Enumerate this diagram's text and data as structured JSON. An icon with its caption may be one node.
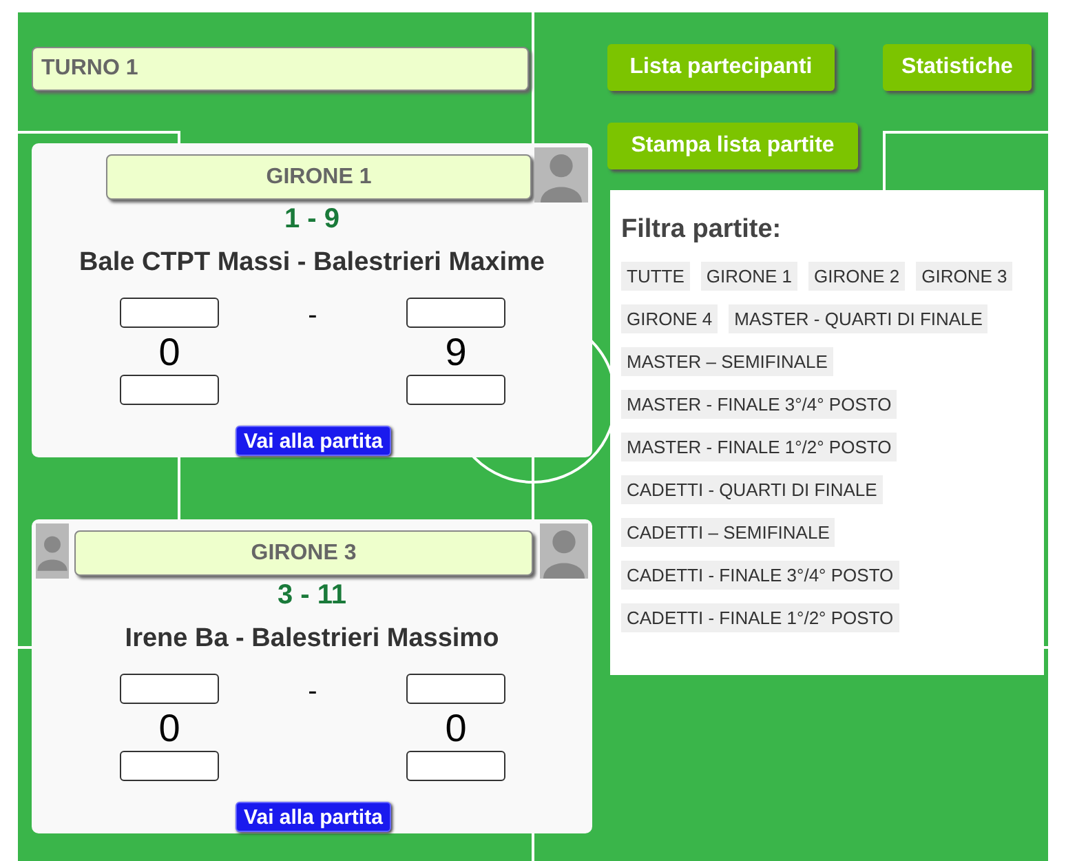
{
  "diagram": {
    "nodes": [
      {
        "text": [
          "TURNO 1"
        ]
      },
      {
        "text": [
          "Lista partecipanti"
        ]
      },
      {
        "text": [
          "Statistiche"
        ]
      },
      {
        "text": [
          "Stampa lista partite"
        ]
      },
      {
        "text": [
          "1 - 9",
          "Bale CTPT Massi - Balestrieri Maxime",
          "-",
          "0",
          "9",
          "Vai alla partita"
        ]
      },
      {
        "text": [
          "GIRONE 1"
        ],
        "in": 4
      },
      {
        "text": [],
        "shape": "person",
        "in": 4
      },
      {
        "text": [],
        "shape": "box",
        "in": 4
      },
      {
        "text": [],
        "shape": "box",
        "in": 4
      },
      {
        "text": [],
        "shape": "box",
        "in": 4
      },
      {
        "text": [],
        "shape": "box",
        "in": 4
      },
      {
        "text": [
          "3 - 11",
          "Irene Ba - Balestrieri Massimo",
          "-",
          "0",
          "0",
          "Vai alla partita"
        ]
      },
      {
        "text": [
          "GIRONE 3"
        ],
        "in": 11
      },
      {
        "text": [],
        "shape": "person",
        "in": 11
      },
      {
        "text": [],
        "shape": "person",
        "in": 11
      },
      {
        "text": [],
        "shape": "box",
        "in": 11
      },
      {
        "text": [],
        "shape": "box",
        "in": 11
      },
      {
        "text": [],
        "shape": "box",
        "in": 11
      },
      {
        "text": [],
        "shape": "box",
        "in": 11
      },
      {
        "text": [
          "Filtra partite:"
        ]
      },
      {
        "text": [
          "TUTTE"
        ],
        "in": 19
      },
      {
        "text": [
          "GIRONE 1"
        ],
        "in": 19
      },
      {
        "text": [
          "GIRONE 2"
        ],
        "in": 19
      },
      {
        "text": [
          "GIRONE 3"
        ],
        "in": 19
      },
      {
        "text": [
          "GIRONE 4"
        ],
        "in": 19
      },
      {
        "text": [
          "MASTER - QUARTI DI FINALE"
        ],
        "in": 19
      },
      {
        "text": [
          "MASTER – SEMIFINALE"
        ],
        "in": 19
      },
      {
        "text": [
          "MASTER - FINALE 3°/4° POSTO"
        ],
        "in": 19
      },
      {
        "text": [
          "MASTER - FINALE 1°/2° POSTO"
        ],
        "in": 19
      },
      {
        "text": [
          "CADETTI - QUARTI DI FINALE"
        ],
        "in": 19
      },
      {
        "text": [
          "CADETTI – SEMIFINALE"
        ],
        "in": 19
      },
      {
        "text": [
          "CADETTI - FINALE 3°/4° POSTO"
        ],
        "in": 19
      },
      {
        "text": [
          "CADETTI - FINALE 1°/2° POSTO"
        ],
        "in": 19
      }
    ],
    "edges": []
  }
}
